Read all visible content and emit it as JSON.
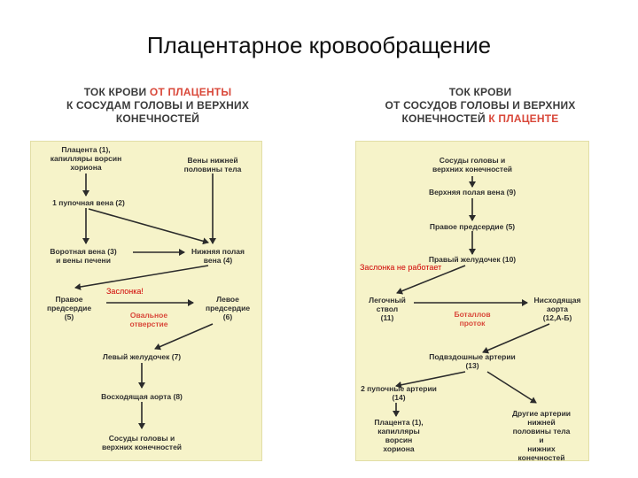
{
  "title": "Плацентарное кровообращение",
  "left": {
    "header": {
      "line1_a": "ТОК КРОВИ ",
      "line1_b": "ОТ ПЛАЦЕНТЫ",
      "line2": "К СОСУДАМ ГОЛОВЫ И ВЕРХНИХ",
      "line3": "КОНЕЧНОСТЕЙ"
    },
    "nodes": {
      "placenta": [
        "Плацента (1),",
        "капилляры ворсин",
        "хориона"
      ],
      "lower_veins": [
        "Вены нижней",
        "половины тела"
      ],
      "umbilical_vein": [
        "1 пупочная вена (2)"
      ],
      "portal_vein": [
        "Воротная вена (3)",
        "и вены печени"
      ],
      "ivc": [
        "Нижняя полая",
        "вена (4)"
      ],
      "right_atrium": [
        "Правое",
        "предсердие",
        "(5)"
      ],
      "left_atrium": [
        "Левое",
        "предсердие",
        "(6)"
      ],
      "oval_hole": [
        "Овальное",
        "отверстие"
      ],
      "left_ventricle": [
        "Левый желудочек (7)"
      ],
      "ascending_aorta": [
        "Восходящая аорта (8)"
      ],
      "head_vessels": [
        "Сосуды головы и",
        "верхних конечностей"
      ]
    },
    "note": "Заслонка!"
  },
  "right": {
    "header": {
      "line1": "ТОК КРОВИ",
      "line2": "ОТ СОСУДОВ ГОЛОВЫ И ВЕРХНИХ",
      "line3_a": "КОНЕЧНОСТЕЙ ",
      "line3_b": "К ПЛАЦЕНТЕ"
    },
    "nodes": {
      "head_vessels": [
        "Сосуды головы и",
        "верхних конечностей"
      ],
      "svc": [
        "Верхняя полая вена (9)"
      ],
      "right_atrium": [
        "Правое предсердие (5)"
      ],
      "right_ventricle": [
        "Правый желудочек (10)"
      ],
      "pulmonary_trunk": [
        "Легочный",
        "ствол",
        "(11)"
      ],
      "descending_aorta": [
        "Нисходящая",
        "аорта",
        "(12,А-Б)"
      ],
      "botallo_duct": [
        "Боталлов",
        "проток"
      ],
      "iliac_arteries": [
        "Подвздошные артерии",
        "(13)"
      ],
      "umbilical_arteries": [
        "2 пупочные артерии",
        "(14)"
      ],
      "placenta": [
        "Плацента (1),",
        "капилляры",
        "ворсин",
        "хориона"
      ],
      "other_arteries": [
        "Другие артерии",
        "нижней",
        "половины тела",
        "и",
        "нижних",
        "конечностей"
      ]
    },
    "note": "Заслонка не работает"
  },
  "colors": {
    "panel": "#f6f3c9",
    "accent": "#d9483a",
    "note": "#d00000"
  }
}
